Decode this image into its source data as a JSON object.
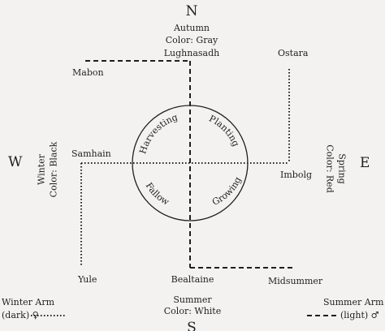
{
  "cardinals": {
    "north": "N",
    "south": "S",
    "east": "E",
    "west": "W"
  },
  "seasons": {
    "autumn": {
      "name": "Autumn",
      "color": "Color: Gray"
    },
    "winter": {
      "name": "Winter",
      "color": "Color: Black"
    },
    "spring": {
      "name": "Spring",
      "color": "Color: Red"
    },
    "summer": {
      "name": "Summer",
      "color": "Color: White"
    }
  },
  "festivals": {
    "lughnasadh": "Lughnasadh",
    "mabon": "Mabon",
    "ostara": "Ostara",
    "samhain": "Samhain",
    "imbolg": "Imbolg",
    "yule": "Yule",
    "bealtaine": "Bealtaine",
    "midsummer": "Midsummer"
  },
  "wheel": {
    "quadrants": [
      "Harvesting",
      "Planting",
      "Growing",
      "Fallow"
    ]
  },
  "legend": {
    "winter_arm": {
      "line1": "Winter Arm",
      "line2": "(dark) ♀",
      "style": "dotted"
    },
    "summer_arm": {
      "line1": "Summer Arm",
      "line2": "(light) ♂",
      "style": "dashed"
    }
  },
  "colors": {
    "ink": "#1f1f1f",
    "paper": "#f4f2f1"
  }
}
